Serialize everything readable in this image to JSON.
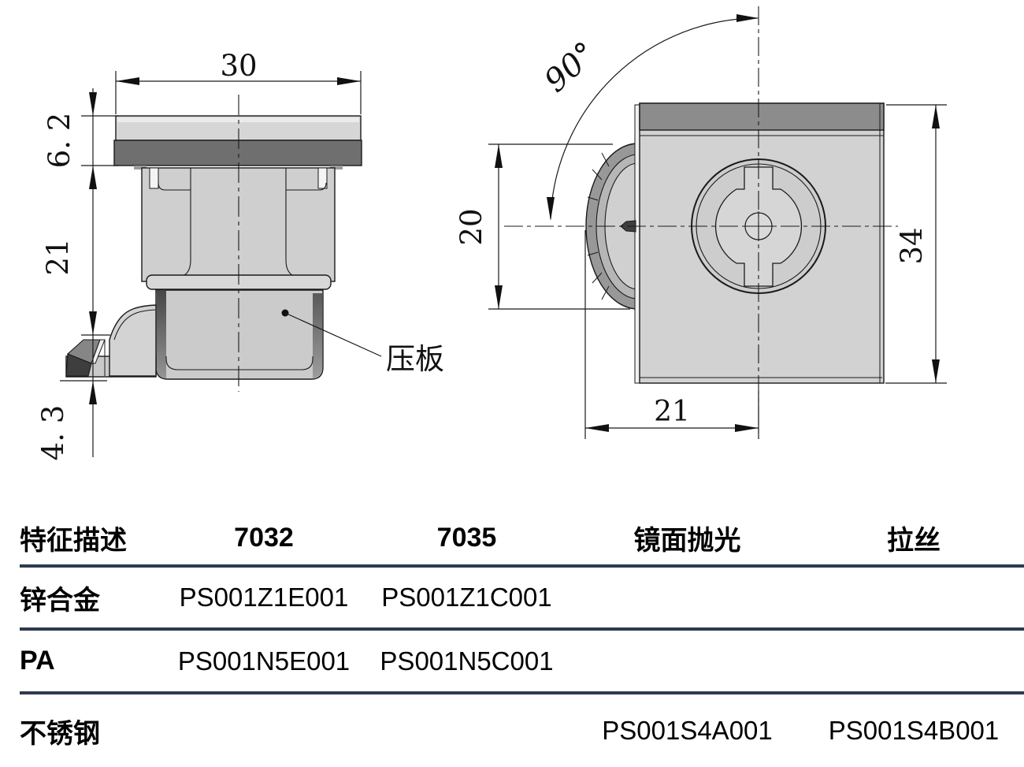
{
  "drawing": {
    "side_view": {
      "dim_width": "30",
      "dim_cap_height": "6. 2",
      "dim_body_height": "21",
      "dim_foot_height": "4. 3",
      "leader_label": "压板"
    },
    "front_view": {
      "dim_angle": "90°",
      "dim_knob_height": "20",
      "dim_total_height": "34",
      "dim_center_offset": "21"
    }
  },
  "table": {
    "rule_color": "#2e3950",
    "headers": [
      "特征描述",
      "7032",
      "7035",
      "镜面抛光",
      "拉丝"
    ],
    "rows": [
      {
        "material": "锌合金",
        "c7032": "PS001Z1E001",
        "c7035": "PS001Z1C001",
        "mirror": "",
        "brushed": ""
      },
      {
        "material": "PA",
        "c7032": "PS001N5E001",
        "c7035": "PS001N5C001",
        "mirror": "",
        "brushed": ""
      },
      {
        "material": "不锈钢",
        "c7032": "",
        "c7035": "",
        "mirror": "PS001S4A001",
        "brushed": "PS001S4B001"
      }
    ]
  }
}
